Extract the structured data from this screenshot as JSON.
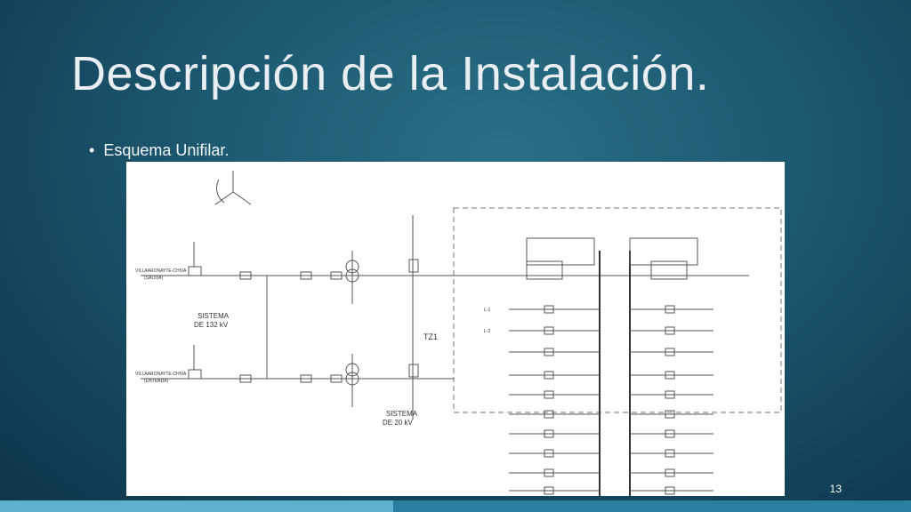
{
  "slide": {
    "title": "Descripción de la Instalación.",
    "bullet": "Esquema Unifilar.",
    "page_number": "13"
  },
  "diagram": {
    "labels": {
      "sistema_132": "SISTEMA",
      "sistema_132_kv": "DE 132 kV",
      "sistema_20": "SISTEMA",
      "sistema_20_kv": "DE 20 kV",
      "line_top": "VILLAARONAYTE-CHIVA",
      "line_top_sub": "(SALIDA)",
      "line_bottom": "VILLAARONAYTE-CHIVA",
      "line_bottom_sub": "(ENTRADA)",
      "tz1": "TZ1",
      "l1": "L-1",
      "l2": "L-2"
    },
    "colors": {
      "line": "#555555",
      "bus": "#333333",
      "dash": "#777777"
    }
  }
}
